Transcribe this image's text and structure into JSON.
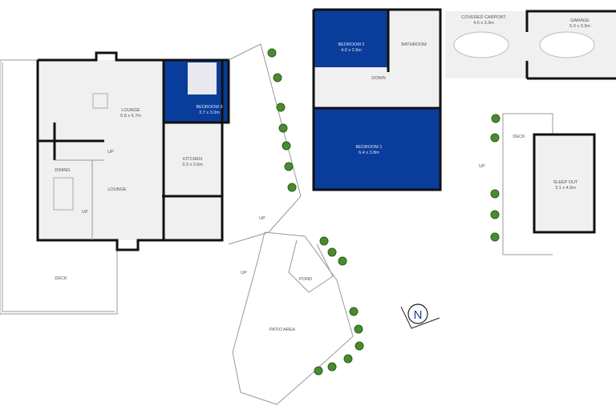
{
  "colors": {
    "bedroom": "#0a3d9b",
    "floor": "#f0f0f0",
    "wall": "#111111",
    "tree": "#4b8a2e"
  },
  "main_house": {
    "lounge_main": {
      "name": "LOUNGE",
      "size": "6.8 x 6.7m"
    },
    "bedroom3": {
      "name": "BEDROOM 3",
      "size": "3.7 x 3.0m"
    },
    "kitchen": {
      "name": "KITCHEN",
      "size": "3.3 x 3.6m"
    },
    "dining": "DINING",
    "lounge2": "LOUNGE",
    "up1": "UP",
    "up2": "UP",
    "deck": "DECK"
  },
  "upper": {
    "bedroom2": {
      "name": "BEDROOM 2",
      "size": "4.0 x 2.6m"
    },
    "bathroom": "BATHROOM",
    "down": "DOWN",
    "bedroom1": {
      "name": "BEDROOM 1",
      "size": "6.4 x 3.8m"
    }
  },
  "garage_area": {
    "carport": {
      "name": "COVERED CARPORT",
      "size": "4.5 x 3.3m"
    },
    "garage": {
      "name": "GARAGE",
      "size": "5.0 x 3.3m"
    }
  },
  "sleepout_area": {
    "deck": "DECK",
    "up": "UP",
    "sleepout": {
      "name": "SLEEP OUT",
      "size": "3.1 x 4.6m"
    }
  },
  "outdoor": {
    "up1": "UP",
    "up2": "UP",
    "pond": "POND",
    "patio": "PATIO AREA"
  },
  "compass": "N"
}
